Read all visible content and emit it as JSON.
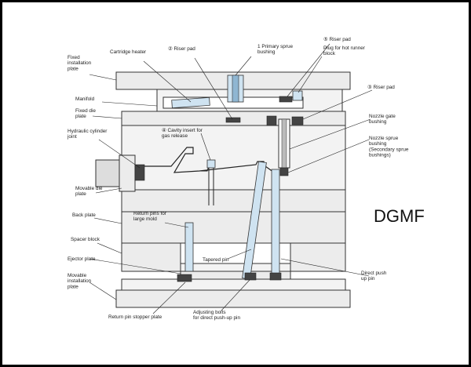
{
  "brand": "DGMF",
  "labels": {
    "fixed_installation_plate": [
      "Fixed",
      "installation",
      "plate"
    ],
    "manifold": [
      "Manifold"
    ],
    "fixed_die_plate": [
      "Fixed die",
      "plate"
    ],
    "hydraulic_cylinder_joint": [
      "Hydraulic cylinder",
      "joint"
    ],
    "movable_die_plate": [
      "Movable die",
      "plate"
    ],
    "back_plate": [
      "Back plate"
    ],
    "spacer_block": [
      "Spacer block"
    ],
    "ejector_plate": [
      "Ejector plate"
    ],
    "movable_installation_plate": [
      "Movable",
      "installation",
      "plate"
    ],
    "cartridge_heater": [
      "Cartridge heater"
    ],
    "riser_pad_2": [
      "② Riser pad"
    ],
    "primary_sprue_bushing": [
      "1 Primary sprue",
      "bushing"
    ],
    "riser_pad_5": [
      "⑤ Riser pad"
    ],
    "plug_hot_runner_block": [
      "Plug for hot runner",
      "block"
    ],
    "riser_pad_3": [
      "③ Riser pad"
    ],
    "cavity_insert": [
      "④ Cavity insert for",
      "gas release"
    ],
    "nozzle_gate_bushing": [
      "Nozzle gate",
      "bushing"
    ],
    "nozzle_sprue_bushing": [
      "Nozzle sprue",
      "bushing",
      "(Secondary sprue",
      "bushings)"
    ],
    "return_pins_large_mold": [
      "Return pins for",
      "large mold"
    ],
    "tapered_pin": [
      "Tapered pin"
    ],
    "direct_push_up_pin": [
      "Direct push",
      "up pin"
    ],
    "return_pin_stopper_plate": [
      "Return pin stopper plate"
    ],
    "adjusting_bolts": [
      "Adjusting bolts",
      "for direct push-up pin"
    ]
  }
}
